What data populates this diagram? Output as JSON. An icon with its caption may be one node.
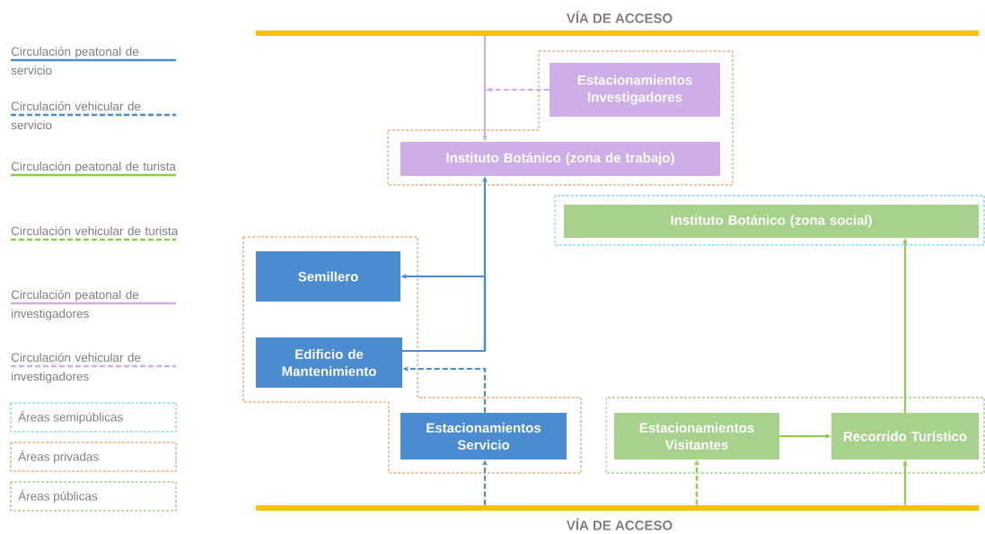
{
  "diagram": {
    "nodes": [
      {
        "text": [
          "VÍA DE ACCESO"
        ]
      },
      {
        "text": [
          "Estacionamientos Investigadores"
        ]
      },
      {
        "text": [
          "Instituto Botánico (zona de trabajo)"
        ]
      },
      {
        "text": [
          "Instituto Botánico (zona social)"
        ]
      },
      {
        "text": [
          "Semillero"
        ]
      },
      {
        "text": [
          "Edificio de Mantenimiento"
        ]
      },
      {
        "text": [
          "Estacionamientos Servicio"
        ]
      },
      {
        "text": [
          "Estacionamientos Visitantes"
        ]
      },
      {
        "text": [
          "Recorrido Turístico"
        ]
      },
      {
        "text": [
          "VÍA DE ACCESO"
        ]
      }
    ],
    "edges": [
      {
        "from": 0,
        "to": 2,
        "arrow": "to",
        "color": "#cdaee6"
      },
      {
        "from": 1,
        "to": null,
        "arrow": "to",
        "style": "dashed",
        "color": "#cdaee6"
      },
      {
        "from": 5,
        "to": 2,
        "arrow": "to",
        "color": "#4a8ccf"
      },
      {
        "from": 5,
        "to": 4,
        "arrow": "to",
        "color": "#4a8ccf"
      },
      {
        "from": 6,
        "to": 5,
        "arrow": "to",
        "style": "dashed",
        "color": "#4a8ccf"
      },
      {
        "from": 9,
        "to": 6,
        "arrow": "to",
        "style": "dashed",
        "color": "#4a8ccf"
      },
      {
        "from": 9,
        "to": 7,
        "arrow": "to",
        "style": "dashed",
        "color": "#8ccc4a"
      },
      {
        "from": 9,
        "to": 8,
        "arrow": "to",
        "color": "#8ccc4a"
      },
      {
        "from": 7,
        "to": 8,
        "arrow": "to",
        "color": "#8ccc4a"
      },
      {
        "from": 8,
        "to": 3,
        "arrow": "to",
        "color": "#8ccc4a"
      }
    ],
    "legend": [
      {
        "text": "Circulación peatonal de servicio"
      },
      {
        "text": "Circulación vehicular de servicio"
      },
      {
        "text": "Circulación peatonal de turista"
      },
      {
        "text": "Circulación vehicular de turista"
      },
      {
        "text": "Circulación peatonal de investigadores"
      },
      {
        "text": "Circulación vehicular de investigadores"
      },
      {
        "text": "Áreas semipúblicas"
      },
      {
        "text": "Áreas privadas"
      },
      {
        "text": "Áreas públicas"
      }
    ]
  }
}
